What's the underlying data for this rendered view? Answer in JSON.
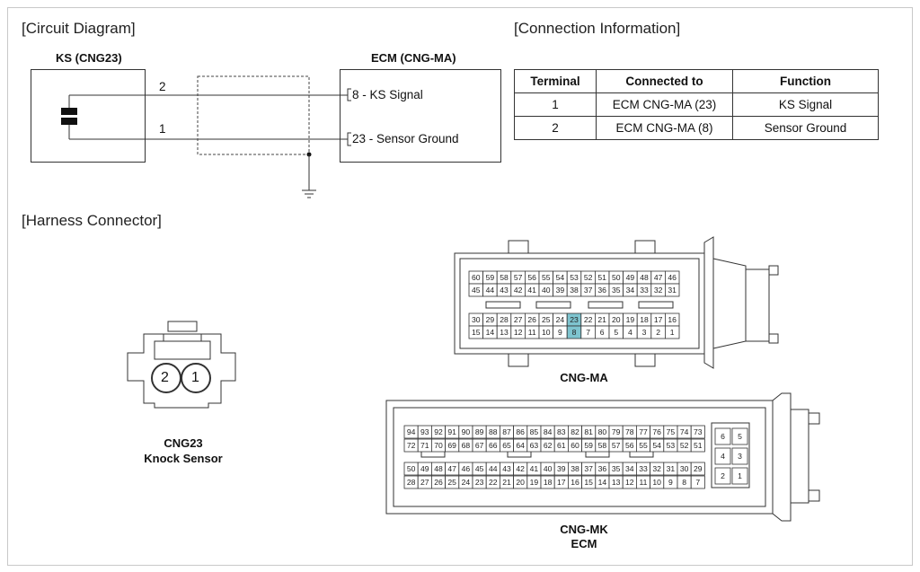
{
  "sections": {
    "circuit": "[Circuit Diagram]",
    "connection": "[Connection Information]",
    "harness": "[Harness Connector]"
  },
  "circuit": {
    "ks_label": "KS (CNG23)",
    "ecm_label": "ECM (CNG-MA)",
    "wire_top_terminal": "2",
    "wire_bottom_terminal": "1",
    "ecm_pin_top": "8 - KS Signal",
    "ecm_pin_bottom": "23 - Sensor Ground"
  },
  "connection_table": {
    "headers": [
      "Terminal",
      "Connected to",
      "Function"
    ],
    "rows": [
      [
        "1",
        "ECM CNG-MA (23)",
        "KS Signal"
      ],
      [
        "2",
        "ECM CNG-MA (8)",
        "Sensor Ground"
      ]
    ]
  },
  "knock_sensor": {
    "pins": [
      "2",
      "1"
    ],
    "caption_line1": "CNG23",
    "caption_line2": "Knock Sensor"
  },
  "cng_ma": {
    "caption": "CNG-MA",
    "highlight_color": "#7ec4cf",
    "highlighted_pins": [
      "23",
      "8"
    ],
    "rows": [
      [
        "60",
        "59",
        "58",
        "57",
        "56",
        "55",
        "54",
        "53",
        "52",
        "51",
        "50",
        "49",
        "48",
        "47",
        "46"
      ],
      [
        "45",
        "44",
        "43",
        "42",
        "41",
        "40",
        "39",
        "38",
        "37",
        "36",
        "35",
        "34",
        "33",
        "32",
        "31"
      ],
      [
        "30",
        "29",
        "28",
        "27",
        "26",
        "25",
        "24",
        "23",
        "22",
        "21",
        "20",
        "19",
        "18",
        "17",
        "16"
      ],
      [
        "15",
        "14",
        "13",
        "12",
        "11",
        "10",
        "9",
        "8",
        "7",
        "6",
        "5",
        "4",
        "3",
        "2",
        "1"
      ]
    ]
  },
  "cng_mk": {
    "caption_line1": "CNG-MK",
    "caption_line2": "ECM",
    "main_rows": [
      [
        "94",
        "93",
        "92",
        "91",
        "90",
        "89",
        "88",
        "87",
        "86",
        "85",
        "84",
        "83",
        "82",
        "81",
        "80",
        "79",
        "78",
        "77",
        "76",
        "75",
        "74",
        "73"
      ],
      [
        "72",
        "71",
        "70",
        "69",
        "68",
        "67",
        "66",
        "65",
        "64",
        "63",
        "62",
        "61",
        "60",
        "59",
        "58",
        "57",
        "56",
        "55",
        "54",
        "53",
        "52",
        "51"
      ],
      [
        "50",
        "49",
        "48",
        "47",
        "46",
        "45",
        "44",
        "43",
        "42",
        "41",
        "40",
        "39",
        "38",
        "37",
        "36",
        "35",
        "34",
        "33",
        "32",
        "31",
        "30",
        "29"
      ],
      [
        "28",
        "27",
        "26",
        "25",
        "24",
        "23",
        "22",
        "21",
        "20",
        "19",
        "18",
        "17",
        "16",
        "15",
        "14",
        "13",
        "12",
        "11",
        "10",
        "9",
        "8",
        "7"
      ]
    ],
    "side_rows": [
      [
        "6",
        "5"
      ],
      [
        "4",
        "3"
      ],
      [
        "2",
        "1"
      ]
    ]
  }
}
